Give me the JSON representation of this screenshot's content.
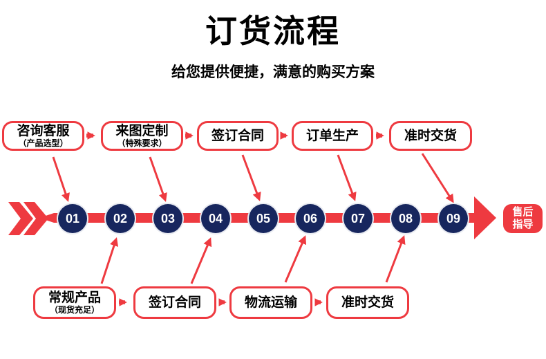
{
  "title": "订货流程",
  "subtitle": "给您提供便捷，满意的购买方案",
  "colors": {
    "red": "#ee3a40",
    "navy": "#17265e",
    "text": "#000000",
    "background": "#ffffff"
  },
  "top_steps": [
    {
      "label": "咨询客服",
      "sublabel": "（产品选型）"
    },
    {
      "label": "来图定制",
      "sublabel": "（特殊要求）"
    },
    {
      "label": "签订合同",
      "sublabel": ""
    },
    {
      "label": "订单生产",
      "sublabel": ""
    },
    {
      "label": "准时交货",
      "sublabel": ""
    }
  ],
  "bottom_steps": [
    {
      "label": "常规产品",
      "sublabel": "（现货充足）"
    },
    {
      "label": "签订合同",
      "sublabel": ""
    },
    {
      "label": "物流运输",
      "sublabel": ""
    },
    {
      "label": "准时交货",
      "sublabel": ""
    }
  ],
  "timeline": {
    "numbers": [
      "01",
      "02",
      "03",
      "04",
      "05",
      "06",
      "07",
      "08",
      "09"
    ]
  },
  "after_sale_badge": {
    "line1": "售后",
    "line2": "指导"
  }
}
